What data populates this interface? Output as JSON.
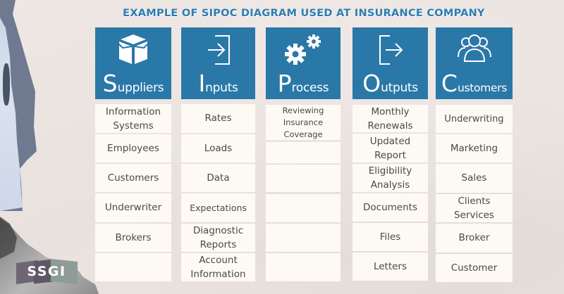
{
  "title": "EXAMPLE OF SIPOC DIAGRAM USED AT INSURANCE COMPANY",
  "colors": {
    "header_blue": "#2a78a8",
    "title_blue": "#2d7db2",
    "cell_bg": "#fdfaf4",
    "page_bg": "#ebe4e0",
    "cell_text": "#4b4847"
  },
  "logo": {
    "text": "SSGI"
  },
  "columns": [
    {
      "icon": "box-icon",
      "initial": "S",
      "rest": "uppliers",
      "cells": [
        "Information Systems",
        "Employees",
        "Customers",
        "Underwriter",
        "Brokers",
        ""
      ]
    },
    {
      "icon": "input-arrow-icon",
      "initial": "I",
      "rest": "nputs",
      "cells": [
        "Rates",
        "Loads",
        "Data",
        "Expectations",
        "Diagnostic Reports",
        "Account Information"
      ]
    },
    {
      "icon": "gears-icon",
      "initial": "P",
      "rest": "rocess",
      "cells": [
        "Reviewing Insurance Coverage",
        "",
        "",
        "",
        "",
        ""
      ]
    },
    {
      "icon": "output-arrow-icon",
      "initial": "O",
      "rest": "utputs",
      "cells": [
        "Monthly Renewals",
        "Updated Report",
        "Eligibility Analysis",
        "Documents",
        "Files",
        "Letters"
      ]
    },
    {
      "icon": "people-group-icon",
      "initial": "C",
      "rest": "ustomers",
      "cells": [
        "Underwriting",
        "Marketing",
        "Sales",
        "Clients Services",
        "Broker",
        "Customer"
      ]
    }
  ]
}
